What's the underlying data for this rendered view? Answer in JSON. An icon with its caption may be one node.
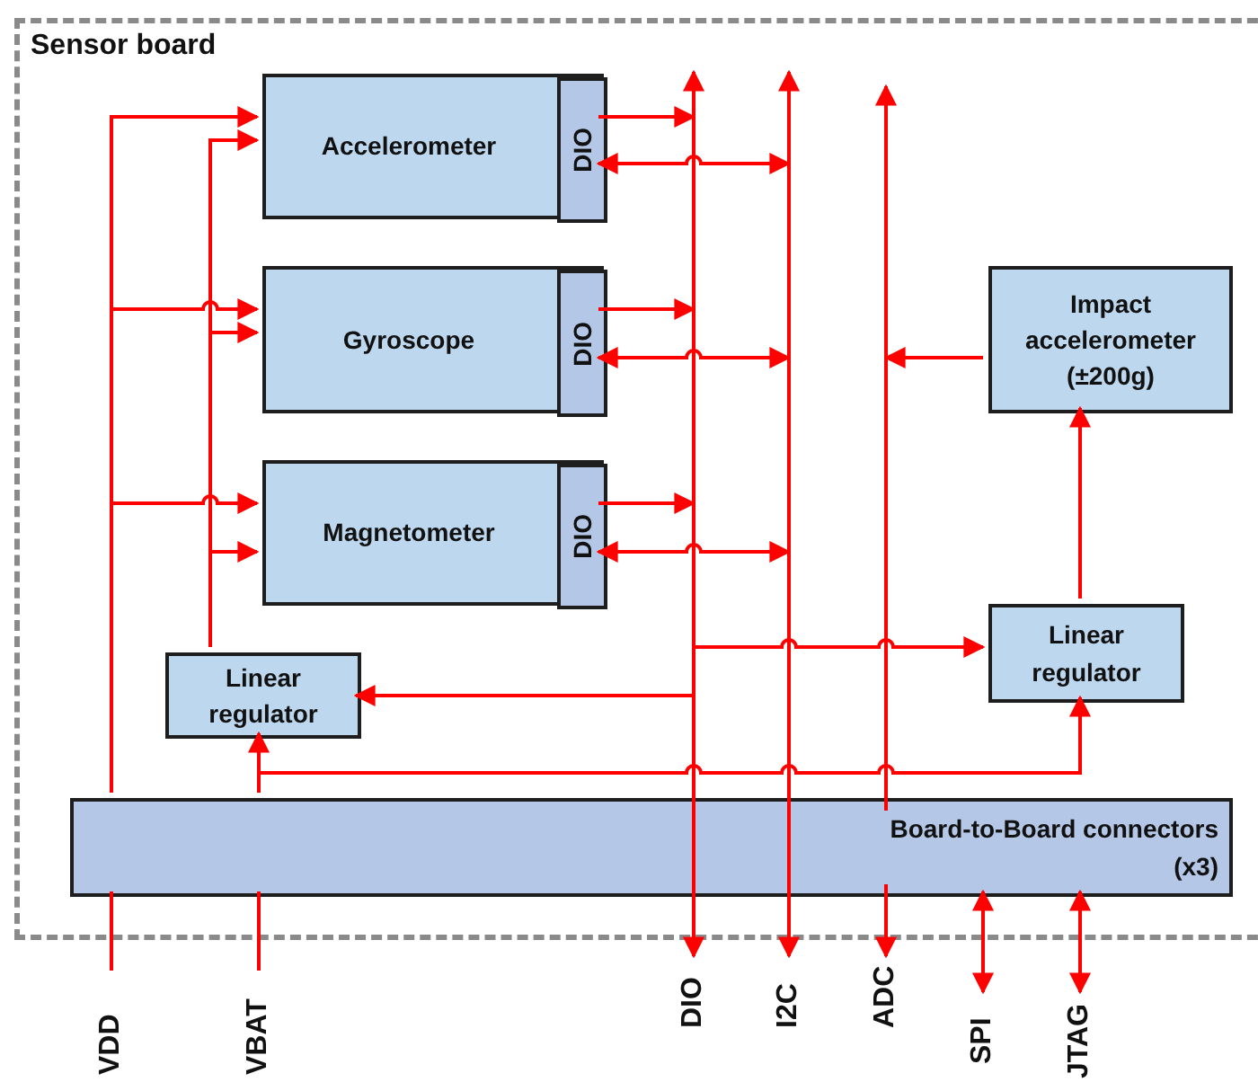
{
  "diagram": {
    "nodes": [
      {
        "text": [
          "Sensor board"
        ]
      },
      {
        "text": [
          "Accelerometer"
        ],
        "in": 0
      },
      {
        "text": [
          "DIO"
        ],
        "in": 1
      },
      {
        "text": [
          "Gyroscope"
        ],
        "in": 0
      },
      {
        "text": [
          "DIO"
        ],
        "in": 3
      },
      {
        "text": [
          "Magnetometer"
        ],
        "in": 0
      },
      {
        "text": [
          "DIO"
        ],
        "in": 5
      },
      {
        "text": [
          "Impact accelerometer (±200g)"
        ],
        "in": 0
      },
      {
        "text": [
          "Linear regulator"
        ],
        "in": 0
      },
      {
        "text": [
          "Linear regulator"
        ],
        "in": 0
      },
      {
        "text": [
          "Board-to-Board connectors (x3)"
        ],
        "in": 0
      },
      {
        "text": [
          "VDD"
        ]
      },
      {
        "text": [
          "VBAT"
        ]
      },
      {
        "text": [
          "DIO"
        ]
      },
      {
        "text": [
          "I2C"
        ]
      },
      {
        "text": [
          "ADC"
        ]
      },
      {
        "text": [
          "SPI"
        ]
      },
      {
        "text": [
          "JTAG"
        ]
      }
    ],
    "edges": [
      {
        "from": 10,
        "to": 1,
        "arrow": "to"
      },
      {
        "from": 10,
        "to": 3,
        "arrow": "to"
      },
      {
        "from": 10,
        "to": 5,
        "arrow": "to"
      },
      {
        "from": 8,
        "to": 1,
        "arrow": "to"
      },
      {
        "from": 8,
        "to": 3,
        "arrow": "to"
      },
      {
        "from": 8,
        "to": 5,
        "arrow": "to"
      },
      {
        "from": 10,
        "to": 8,
        "arrow": "to"
      },
      {
        "from": 10,
        "to": 9,
        "arrow": "to"
      },
      {
        "from": 2,
        "to": null,
        "arrow": "to"
      },
      {
        "from": 2,
        "to": null,
        "arrow": "both"
      },
      {
        "from": 4,
        "to": null,
        "arrow": "to"
      },
      {
        "from": 4,
        "to": null,
        "arrow": "both"
      },
      {
        "from": 6,
        "to": null,
        "arrow": "to"
      },
      {
        "from": 6,
        "to": null,
        "arrow": "both"
      },
      {
        "from": null,
        "to": 9,
        "arrow": "to"
      },
      {
        "from": null,
        "to": 8,
        "arrow": "to"
      },
      {
        "from": 9,
        "to": 7,
        "arrow": "to"
      },
      {
        "from": 7,
        "to": null,
        "arrow": "to"
      },
      {
        "from": null,
        "to": 13,
        "arrow": "both"
      },
      {
        "from": null,
        "to": 14,
        "arrow": "both"
      },
      {
        "from": null,
        "to": 15,
        "arrow": "both"
      },
      {
        "from": 10,
        "to": 16,
        "arrow": "both"
      },
      {
        "from": 10,
        "to": 17,
        "arrow": "both"
      },
      {
        "from": 11,
        "to": 10,
        "arrow": "none"
      },
      {
        "from": 12,
        "to": 10,
        "arrow": "none"
      }
    ]
  }
}
